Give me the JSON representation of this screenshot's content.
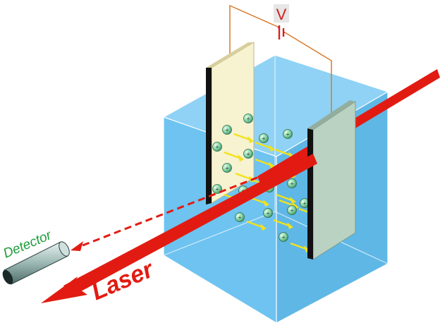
{
  "labels": {
    "voltage": "V",
    "detector": "Detector",
    "laser": "Laser"
  },
  "ion_symbol": "+",
  "colors": {
    "tank_front": "#6ec3f0",
    "tank_edge": "#ffffff",
    "wire": "#d97a2a",
    "battery": "#d61f1f",
    "laser_beam": "#e21b12",
    "plate_left": "#f7f2cf",
    "plate_right": "#b9d2c2",
    "plate_edge": "#111111",
    "ion": "#7fd0a0",
    "ion_arrow": "#f2e21a",
    "detector_label": "#1e9e3a",
    "laser_label": "#e21b12"
  }
}
